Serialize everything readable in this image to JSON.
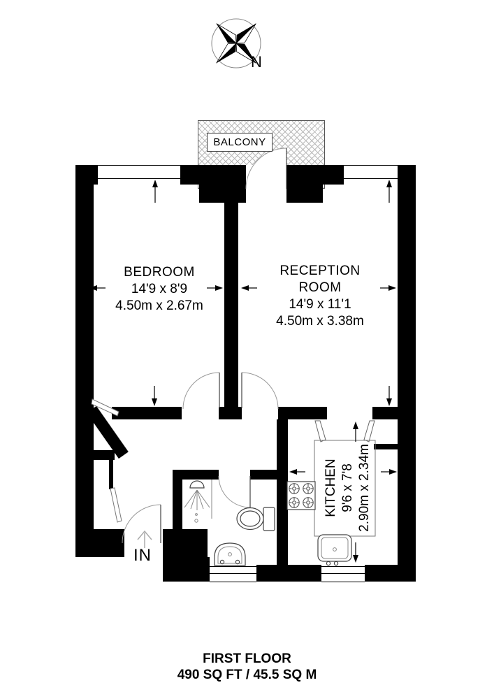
{
  "compass": {
    "north_label": "N"
  },
  "balcony": {
    "label": "BALCONY"
  },
  "rooms": {
    "bedroom": {
      "name": "BEDROOM",
      "size_imperial": "14'9 x 8'9",
      "size_metric": "4.50m x 2.67m"
    },
    "reception": {
      "name": "RECEPTION ROOM",
      "size_imperial": "14'9 x 11'1",
      "size_metric": "4.50m x 3.38m"
    },
    "kitchen": {
      "name": "KITCHEN",
      "size_imperial": "9'6 x 7'8",
      "size_metric": "2.90m x 2.34m"
    }
  },
  "entrance": {
    "label": "IN"
  },
  "footer": {
    "floor": "FIRST FLOOR",
    "area": "490 SQ FT / 45.5 SQ M"
  },
  "colors": {
    "wall": "#000000",
    "hatch_line": "#b9b9b9",
    "door_arc": "#999999"
  }
}
